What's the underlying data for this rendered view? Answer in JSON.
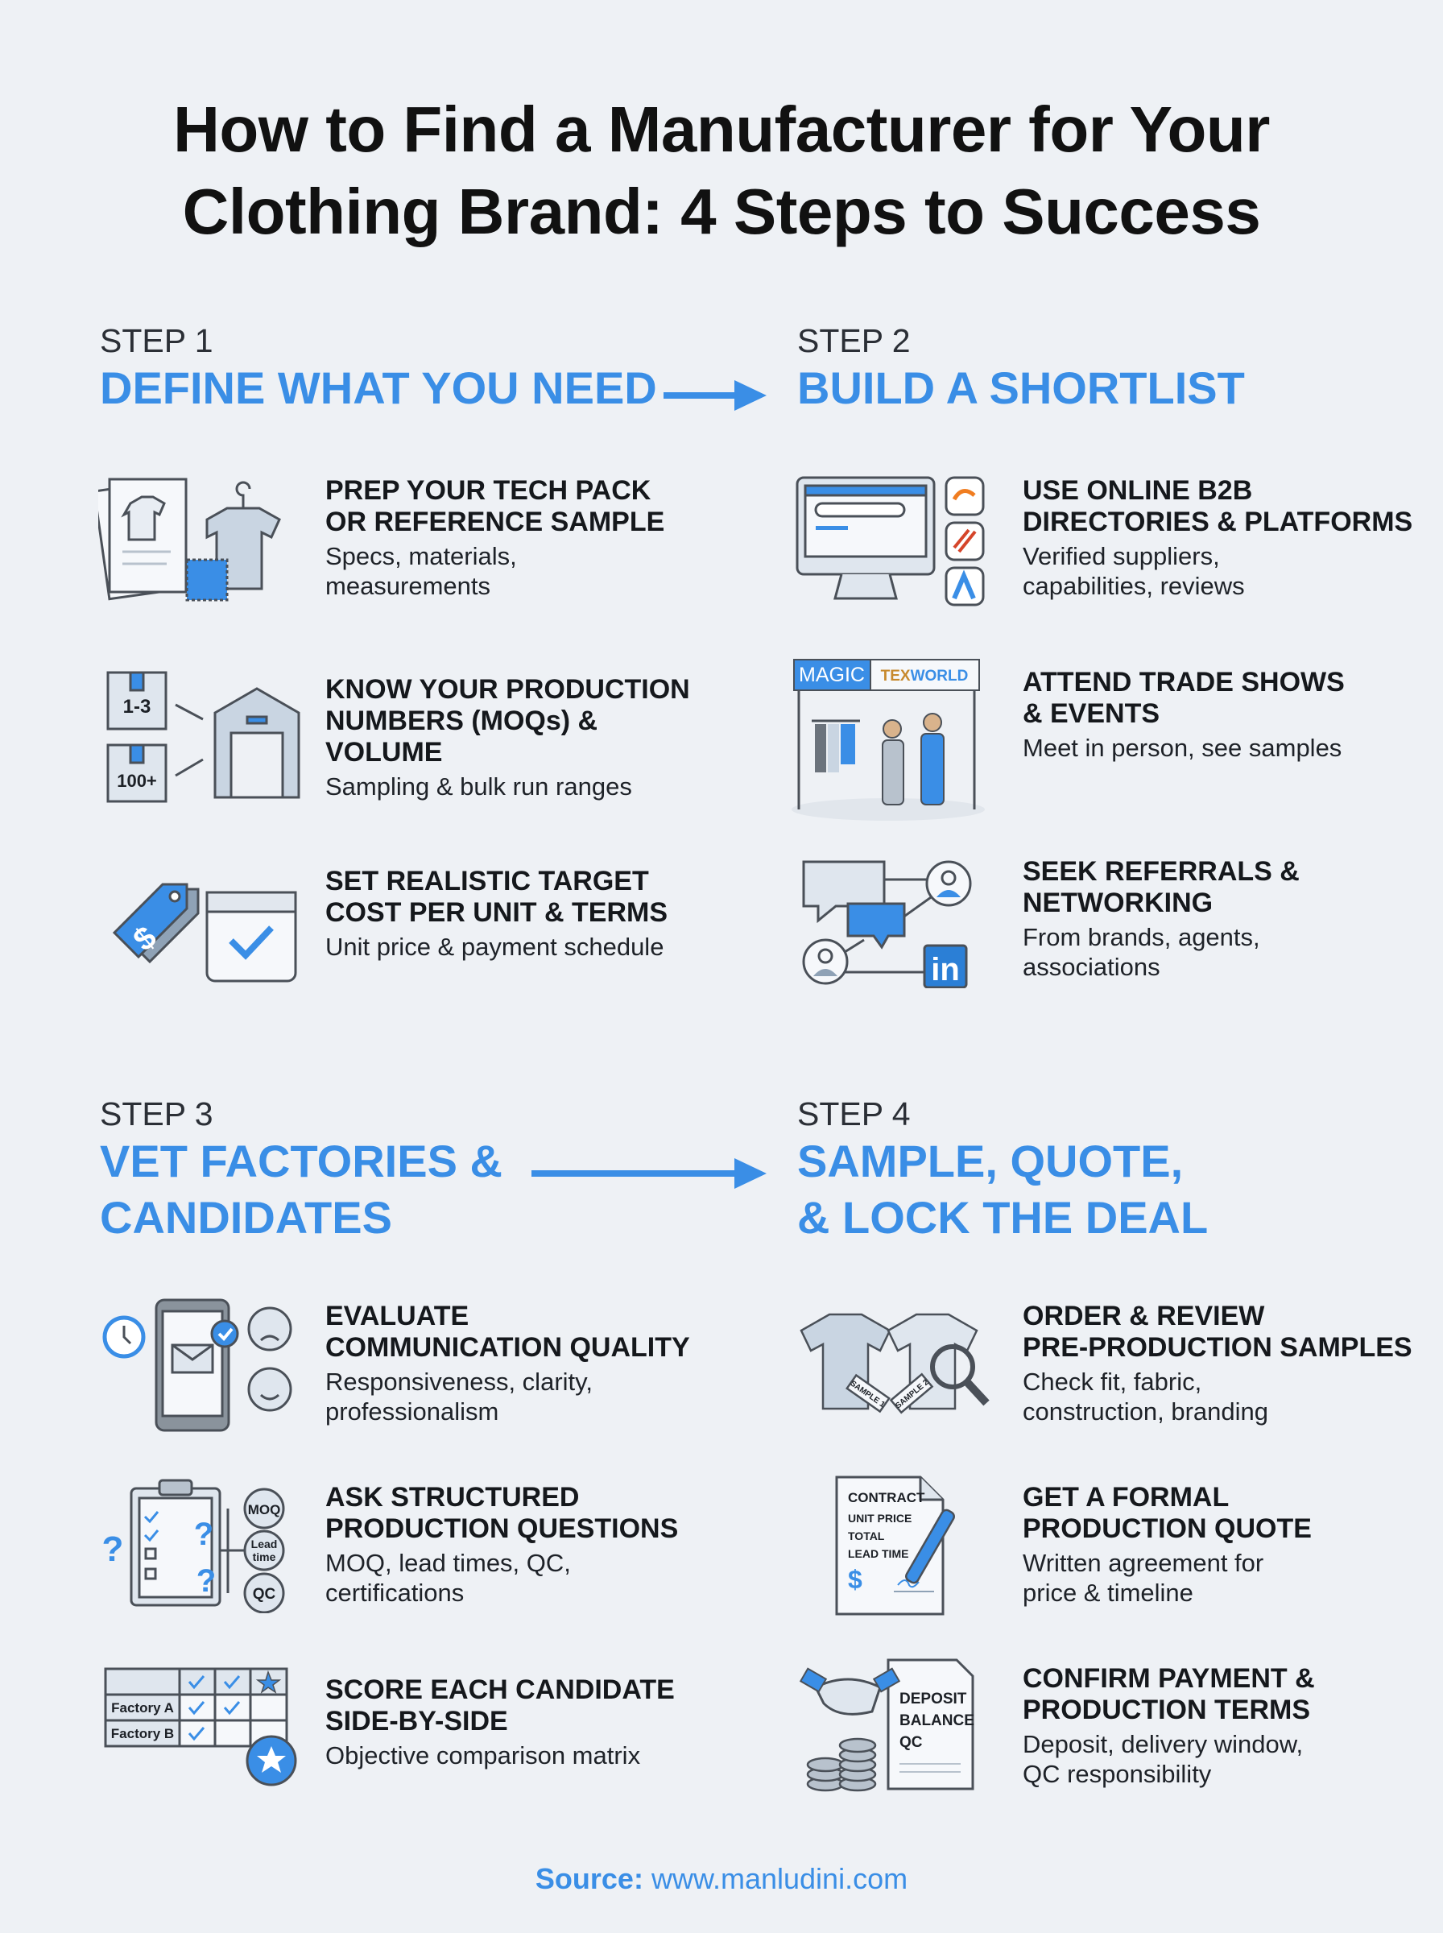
{
  "title": {
    "line1": "How to Find a Manufacturer for Your",
    "line2": "Clothing Brand: 4 Steps to Success"
  },
  "colors": {
    "accent": "#3a8ee6",
    "background": "#eef1f5",
    "text": "#15181c"
  },
  "steps": [
    {
      "label": "STEP 1",
      "heading": [
        "DEFINE WHAT YOU NEED"
      ],
      "items": [
        {
          "title": [
            "PREP YOUR TECH PACK",
            "OR REFERENCE SAMPLE"
          ],
          "desc": [
            "Specs, materials,",
            "measurements"
          ],
          "icon": "tech-pack-shirt-icon"
        },
        {
          "title": [
            "KNOW YOUR PRODUCTION",
            "NUMBERS (MOQs) &",
            "VOLUME"
          ],
          "desc": [
            "Sampling & bulk run ranges"
          ],
          "icon": "boxes-warehouse-icon",
          "icon_text": [
            "1-3",
            "100+"
          ]
        },
        {
          "title": [
            "SET REALISTIC TARGET",
            "COST PER UNIT & TERMS"
          ],
          "desc": [
            "Unit price & payment schedule"
          ],
          "icon": "price-tag-calendar-icon",
          "icon_text": [
            "$"
          ]
        }
      ]
    },
    {
      "label": "STEP 2",
      "heading": [
        "BUILD A SHORTLIST"
      ],
      "items": [
        {
          "title": [
            "USE ONLINE B2B",
            "DIRECTORIES & PLATFORMS"
          ],
          "desc": [
            "Verified suppliers,",
            "capabilities, reviews"
          ],
          "icon": "computer-directory-icon"
        },
        {
          "title": [
            "ATTEND TRADE SHOWS",
            "& EVENTS"
          ],
          "desc": [
            "Meet in person, see samples"
          ],
          "icon": "trade-show-booth-icon",
          "icon_text": [
            "MAGIC",
            "TEX",
            "WORLD"
          ]
        },
        {
          "title": [
            "SEEK REFERRALS &",
            "NETWORKING"
          ],
          "desc": [
            "From brands, agents,",
            "associations"
          ],
          "icon": "network-linkedin-icon",
          "icon_text": [
            "in"
          ]
        }
      ]
    },
    {
      "label": "STEP 3",
      "heading": [
        "VET FACTORIES &",
        "CANDIDATES"
      ],
      "items": [
        {
          "title": [
            "EVALUATE",
            "COMMUNICATION QUALITY"
          ],
          "desc": [
            "Responsiveness, clarity,",
            "professionalism"
          ],
          "icon": "phone-email-faces-icon"
        },
        {
          "title": [
            "ASK STRUCTURED",
            "PRODUCTION QUESTIONS"
          ],
          "desc": [
            "MOQ, lead times, QC,",
            "certifications"
          ],
          "icon": "clipboard-questions-icon",
          "icon_text": [
            "MOQ",
            "Lead",
            "time",
            "QC",
            "?"
          ]
        },
        {
          "title": [
            "SCORE EACH CANDIDATE",
            "SIDE-BY-SIDE"
          ],
          "desc": [
            "Objective comparison matrix"
          ],
          "icon": "comparison-matrix-icon",
          "icon_text": [
            "Factory A",
            "Factory B"
          ]
        }
      ]
    },
    {
      "label": "STEP 4",
      "heading": [
        "SAMPLE, QUOTE,",
        "& LOCK THE DEAL"
      ],
      "items": [
        {
          "title": [
            "ORDER & REVIEW",
            "PRE-PRODUCTION SAMPLES"
          ],
          "desc": [
            "Check fit, fabric,",
            "construction, branding"
          ],
          "icon": "sample-shirts-magnifier-icon",
          "icon_text": [
            "SAMPLE 1",
            "SAMPLE 2"
          ]
        },
        {
          "title": [
            "GET A FORMAL",
            "PRODUCTION QUOTE"
          ],
          "desc": [
            "Written agreement for",
            "price & timeline"
          ],
          "icon": "contract-pen-icon",
          "icon_text": [
            "CONTRACT",
            "UNIT PRICE",
            "TOTAL",
            "LEAD TIME",
            "$"
          ]
        },
        {
          "title": [
            "CONFIRM PAYMENT &",
            "PRODUCTION TERMS"
          ],
          "desc": [
            "Deposit, delivery window,",
            "QC responsibility"
          ],
          "icon": "handshake-coins-document-icon",
          "icon_text": [
            "DEPOSIT",
            "BALANCE",
            "QC"
          ]
        }
      ]
    }
  ],
  "source": {
    "label": "Source:",
    "url": "www.manludini.com"
  }
}
